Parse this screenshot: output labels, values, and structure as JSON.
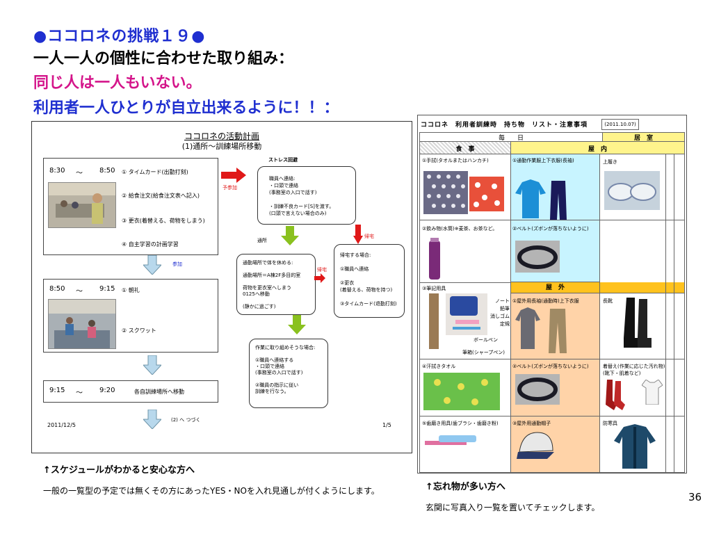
{
  "header": {
    "line1": "●ココロネの挑戦１９●",
    "line2": "一人一人の個性に合わせた取り組み：",
    "line3": "同じ人は一人もいない。",
    "line4": "利用者一人ひとりが自立出来るように！！："
  },
  "left_doc": {
    "title": "ココロネの活動計画",
    "subtitle": "(1)通所～訓練場所移動",
    "slots": [
      {
        "time_from": "8:30",
        "tilde": "～",
        "time_to": "8:50",
        "items": [
          "① タイムカード(出勤打刻)",
          "② 給食注文(給食注文表へ記入)",
          "③ 更衣(着替える、荷物をしまう)",
          "④ 自主学習の計画学習"
        ]
      },
      {
        "time_from": "8:50",
        "tilde": "～",
        "time_to": "9:15",
        "items": [
          "① 朝礼",
          "② スクワット"
        ]
      },
      {
        "time_from": "9:15",
        "tilde": "～",
        "time_to": "9:20",
        "items": [
          "各自訓練場所へ移動"
        ]
      }
    ],
    "arrow_label_1": "予参加",
    "arrow_label_2": "参加",
    "next_label": "(2) へ つづく",
    "date": "2011/12/5",
    "page": "1/5",
    "flow": {
      "stress_label": "ストレス回避",
      "box1": [
        "職員へ連絡:",
        "・口頭で連絡",
        "(事務室の入口で話す)",
        "",
        "・訓練不良カード[S]を渡す。",
        "(口頭で言えない場合のみ)"
      ],
      "label_stay": "通所",
      "label_home1": "帰宅",
      "label_home2": "帰宅",
      "box2": [
        "通勤場所で体を休める:",
        "",
        "通勤場所＝A棟2F多目的室",
        "",
        "荷物を更衣室へしまう",
        "0125へ移動",
        "",
        "(静かに過ごす)"
      ],
      "box3": [
        "帰宅する場合:",
        "",
        "①職員へ連絡",
        "",
        "②更衣",
        "(着替える、荷物を持つ)",
        "",
        "③タイムカード(退勤打刻)"
      ],
      "box4": [
        "作業に取り組めそうな場合:",
        "",
        "①職員へ連絡する",
        "・口頭で連絡",
        "(事務室の入口で話す)",
        "",
        "②職員の指示に従い",
        "訓練を行なう。"
      ]
    }
  },
  "right_sheet": {
    "title": "ココロネ　利用者訓練時　持ち物　リスト・注意事項",
    "date": "(2011.10.07)",
    "every_day": "毎　　日",
    "food": "食　事",
    "indoor": "屋　内",
    "room": "居　室",
    "outdoor": "屋　外",
    "rows": [
      {
        "left": "①手拭(タオルまたはハンカチ)",
        "mid": "①通勤作業服上下衣服(長袖)",
        "right": "上履き"
      },
      {
        "left": "②飲み物(水筒)※麦茶、お茶など。",
        "mid": "②ベルト(ズボンが落ちないように)",
        "right": ""
      },
      {
        "left": "③筆記用具",
        "mid": "①屋外用長袖(通勤時)上下衣服",
        "right": "長靴"
      },
      {
        "left": "④汗拭きタオル",
        "mid": "②ベルト(ズボンが落ちないように)",
        "right": "着替え(作業に応じた汚れ物)"
      },
      {
        "left": "⑤歯磨き用具(歯ブラシ・歯磨き粉)",
        "mid": "③屋外用通勤帽子",
        "right": "防寒具"
      }
    ],
    "stationery": [
      "ノート",
      "鉛筆",
      "消しゴム",
      "定規",
      "ボールペン",
      "筆箱(シャープペン)"
    ],
    "socks_note": "(靴下・肌着など)"
  },
  "captions": {
    "left_cap": "↑スケジュールがわかると安心な方へ",
    "left_desc": "一般の一覧型の予定では無くその方にあったYES・NOを入れ見通しが付くようにします。",
    "right_cap": "↑忘れ物が多い方へ",
    "right_desc": "玄関に写真入り一覧を置いてチェックします。",
    "page_number": "36"
  },
  "colors": {
    "blue_heading": "#1f2fd0",
    "magenta_heading": "#d4148a",
    "arrow_red": "#e01818",
    "arrow_green": "#8ac11f",
    "arrow_blue": "#b8d8ec",
    "cyan_cell": "#c8f4ff",
    "yellow_cell": "#fff48c",
    "orange_cell": "#ffc21e",
    "peach_cell": "#ffd3a8"
  }
}
